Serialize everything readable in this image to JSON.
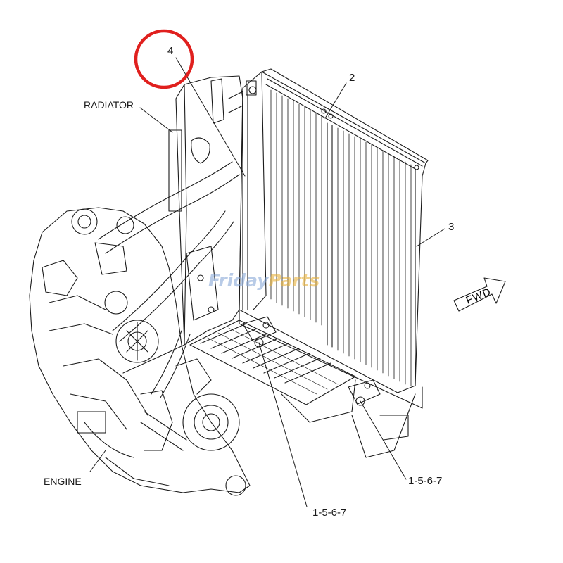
{
  "labels": {
    "radiator": "RADIATOR",
    "engine": "ENGINE",
    "item_4": "4",
    "item_2": "2",
    "item_3": "3",
    "item_1567_right": "1-5-6-7",
    "item_1567_bottom": "1-5-6-7",
    "fwd": "FWD"
  },
  "watermark": {
    "part1": "Friday",
    "part2": "Parts"
  },
  "colors": {
    "line": "#1a1a1a",
    "highlight_circle": "#e0201e",
    "watermark_blue": "#8aa9d8",
    "watermark_orange": "#e8b23a"
  }
}
